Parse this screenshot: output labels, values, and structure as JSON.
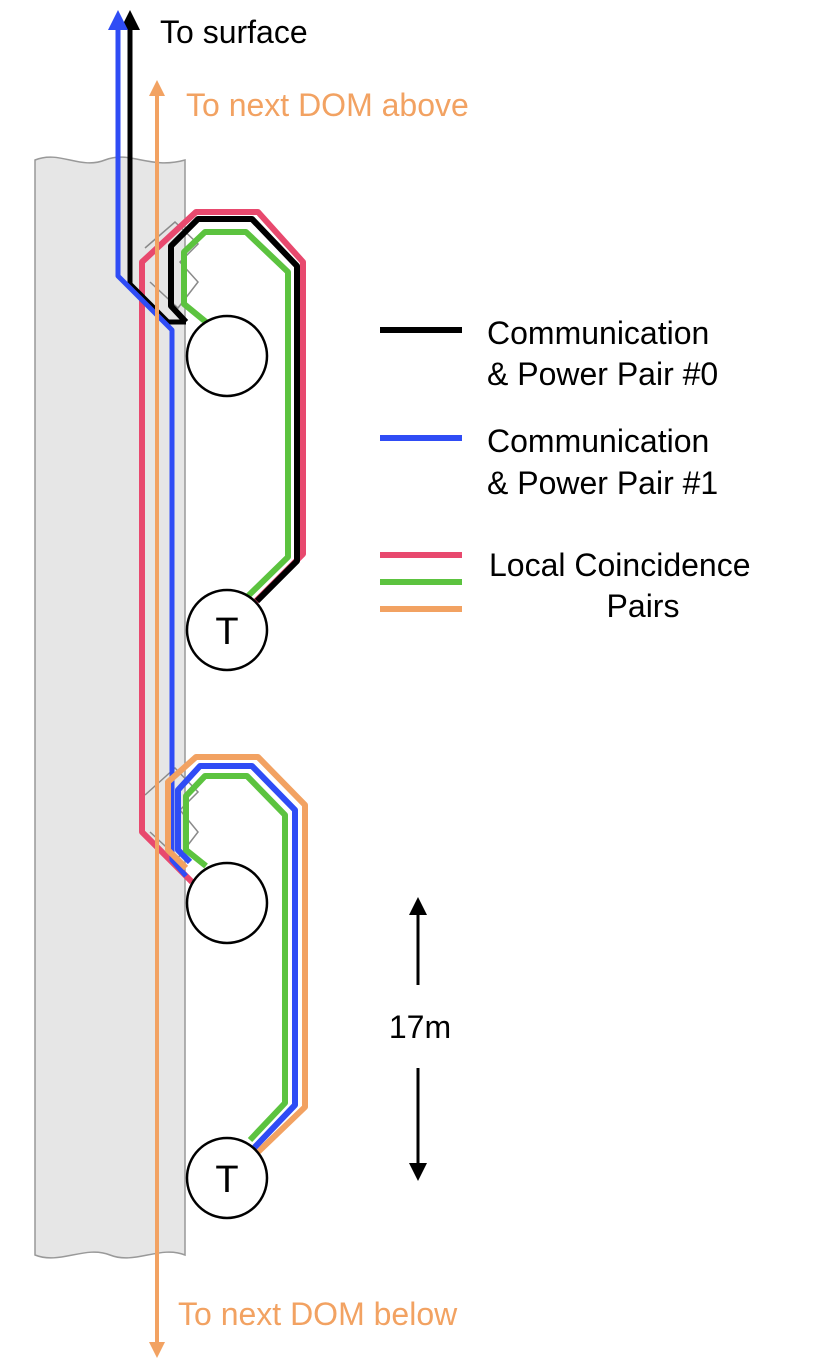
{
  "labels": {
    "to_surface": "To surface",
    "to_next_above": "To next DOM above",
    "to_next_below": "To next DOM below",
    "distance": "17m"
  },
  "legend": {
    "pair0_line1": "Communication",
    "pair0_line2": "& Power Pair #0",
    "pair1_line1": "Communication",
    "pair1_line2": "& Power Pair #1",
    "lc_line1": "Local Coincidence",
    "lc_line2": "Pairs"
  },
  "dom_marker": "T",
  "colors": {
    "black": "#000000",
    "blue": "#2f4cf5",
    "red": "#e8496e",
    "green": "#5cc33f",
    "orange": "#f2a262",
    "cable_fill": "#e6e6e6",
    "cable_edge": "#999999"
  }
}
